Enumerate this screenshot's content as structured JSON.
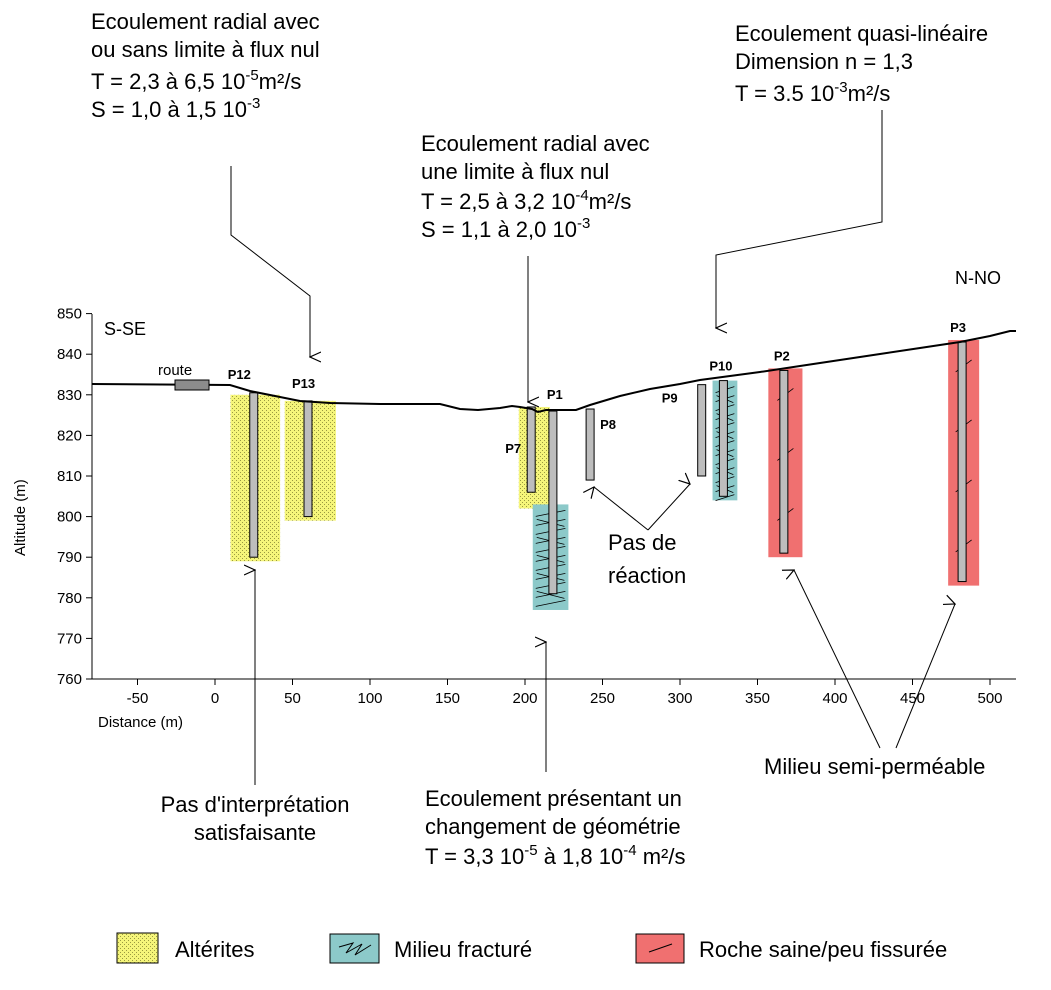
{
  "diagram": {
    "x_axis_label": "Distance (m)",
    "y_axis_label": "Altitude (m)",
    "x_ticks": [
      -50,
      0,
      50,
      100,
      150,
      200,
      250,
      300,
      350,
      400,
      450,
      500
    ],
    "y_ticks": [
      760,
      770,
      780,
      790,
      800,
      810,
      820,
      830,
      840,
      850
    ],
    "direction_left": "S-SE",
    "direction_right": "N-NO",
    "road_label": "route"
  },
  "wells": [
    {
      "id": "P12",
      "x": 25,
      "top": 830.5,
      "bottom": 790,
      "zone_x": [
        10,
        42
      ],
      "zone_top": 830,
      "zone_bottom": 789,
      "zone": "alterites"
    },
    {
      "id": "P13",
      "x": 60,
      "top": 828.5,
      "bottom": 800,
      "zone_x": [
        45,
        78
      ],
      "zone_top": 828.5,
      "zone_bottom": 799,
      "zone": "alterites"
    },
    {
      "id": "P7",
      "x": 204,
      "top": 827,
      "bottom": 806,
      "zone_x": [
        196,
        216
      ],
      "zone_top": 827,
      "zone_bottom": 802,
      "zone": "alterites"
    },
    {
      "id": "P1",
      "x": 218,
      "top": 826,
      "bottom": 781,
      "zone_x": [
        205,
        228
      ],
      "zone_top": 803,
      "zone_bottom": 777,
      "zone": "fracture"
    },
    {
      "id": "P8",
      "x": 242,
      "top": 826.5,
      "bottom": 809,
      "zone": "none"
    },
    {
      "id": "P9",
      "x": 314,
      "top": 832.5,
      "bottom": 810,
      "zone": "none"
    },
    {
      "id": "P10",
      "x": 328,
      "top": 833.5,
      "bottom": 805,
      "zone_x": [
        321,
        337
      ],
      "zone_top": 833.5,
      "zone_bottom": 804,
      "zone": "fracture"
    },
    {
      "id": "P2",
      "x": 367,
      "top": 836,
      "bottom": 791,
      "zone_x": [
        357,
        379
      ],
      "zone_top": 836.5,
      "zone_bottom": 790,
      "zone": "roche"
    },
    {
      "id": "P3",
      "x": 482,
      "top": 843,
      "bottom": 784,
      "zone_x": [
        473,
        493
      ],
      "zone_top": 843.5,
      "zone_bottom": 783,
      "zone": "roche"
    }
  ],
  "annotations": {
    "top_left": {
      "line1": "Ecoulement radial avec",
      "line2": "ou sans limite à flux nul",
      "line3_a": "T = 2,3 à 6,5  10",
      "line3_sup": "-5",
      "line3_b": "m²/s",
      "line4_a": "S = 1,0 à 1,5  10",
      "line4_sup": "-3"
    },
    "top_middle": {
      "line1": "Ecoulement radial avec",
      "line2": "une limite à flux nul",
      "line3_a": "T = 2,5 à 3,2  10",
      "line3_sup": "-4",
      "line3_b": "m²/s",
      "line4_a": "S = 1,1 à 2,0  10",
      "line4_sup": "-3"
    },
    "top_right": {
      "line1": "Ecoulement quasi-linéaire",
      "line2": "Dimension n = 1,3",
      "line3_a": "T = 3.5  10",
      "line3_sup": "-3",
      "line3_b": "m²/s"
    },
    "no_reaction": {
      "line1": "Pas de",
      "line2": "réaction"
    },
    "bottom_left": {
      "line1": "Pas d'interprétation",
      "line2": "satisfaisante"
    },
    "bottom_middle": {
      "line1": "Ecoulement présentant un",
      "line2": "changement de géométrie",
      "line3_a": "T = 3,3 10",
      "line3_sup1": "-5",
      "line3_b": " à 1,8 10",
      "line3_sup2": "-4",
      "line3_c": " m²/s"
    },
    "bottom_right": {
      "line1": "Milieu semi-perméable"
    }
  },
  "legend": [
    {
      "key": "alterites",
      "label": "Altérites",
      "color": "#f5f57a"
    },
    {
      "key": "fracture",
      "label": "Milieu fracturé",
      "color": "#8cc9c9"
    },
    {
      "key": "roche",
      "label": "Roche saine/peu fissurée",
      "color": "#f07070"
    }
  ]
}
